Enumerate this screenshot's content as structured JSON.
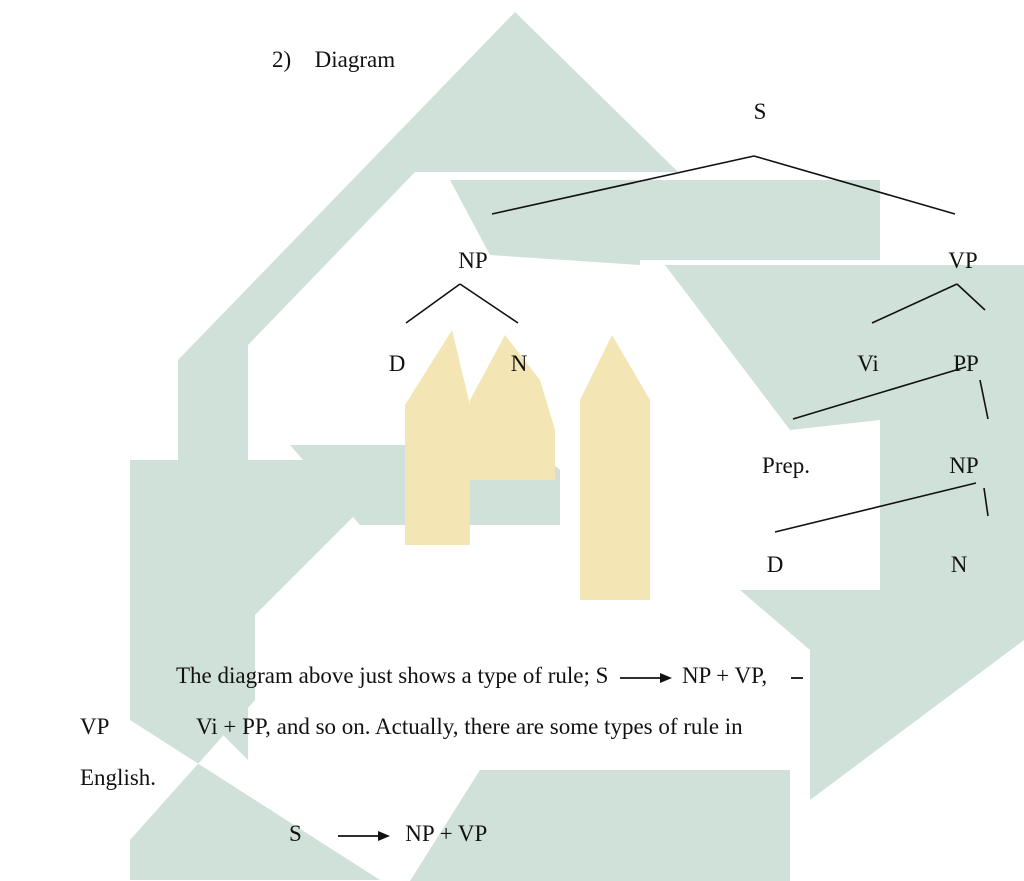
{
  "section": {
    "number": "2)",
    "title": "Diagram"
  },
  "tree": {
    "root": "S",
    "np_left": "NP",
    "vp": "VP",
    "d1": "D",
    "n1": "N",
    "vi": "Vi",
    "pp": "PP",
    "prep": "Prep.",
    "np_right": "NP",
    "d2": "D",
    "n2": "N"
  },
  "paragraph": {
    "line1_a": "The diagram above just shows a type of rule; S",
    "line1_b": "NP + VP,",
    "line2_a": "VP",
    "line2_b": "Vi + PP, and so on. Actually, there are some types of rule in",
    "line3": "English."
  },
  "rule": {
    "lhs": "S",
    "rhs": "NP + VP"
  },
  "watermark": {
    "teal": "#cfe1d8",
    "gold": "#f3e6b4"
  }
}
